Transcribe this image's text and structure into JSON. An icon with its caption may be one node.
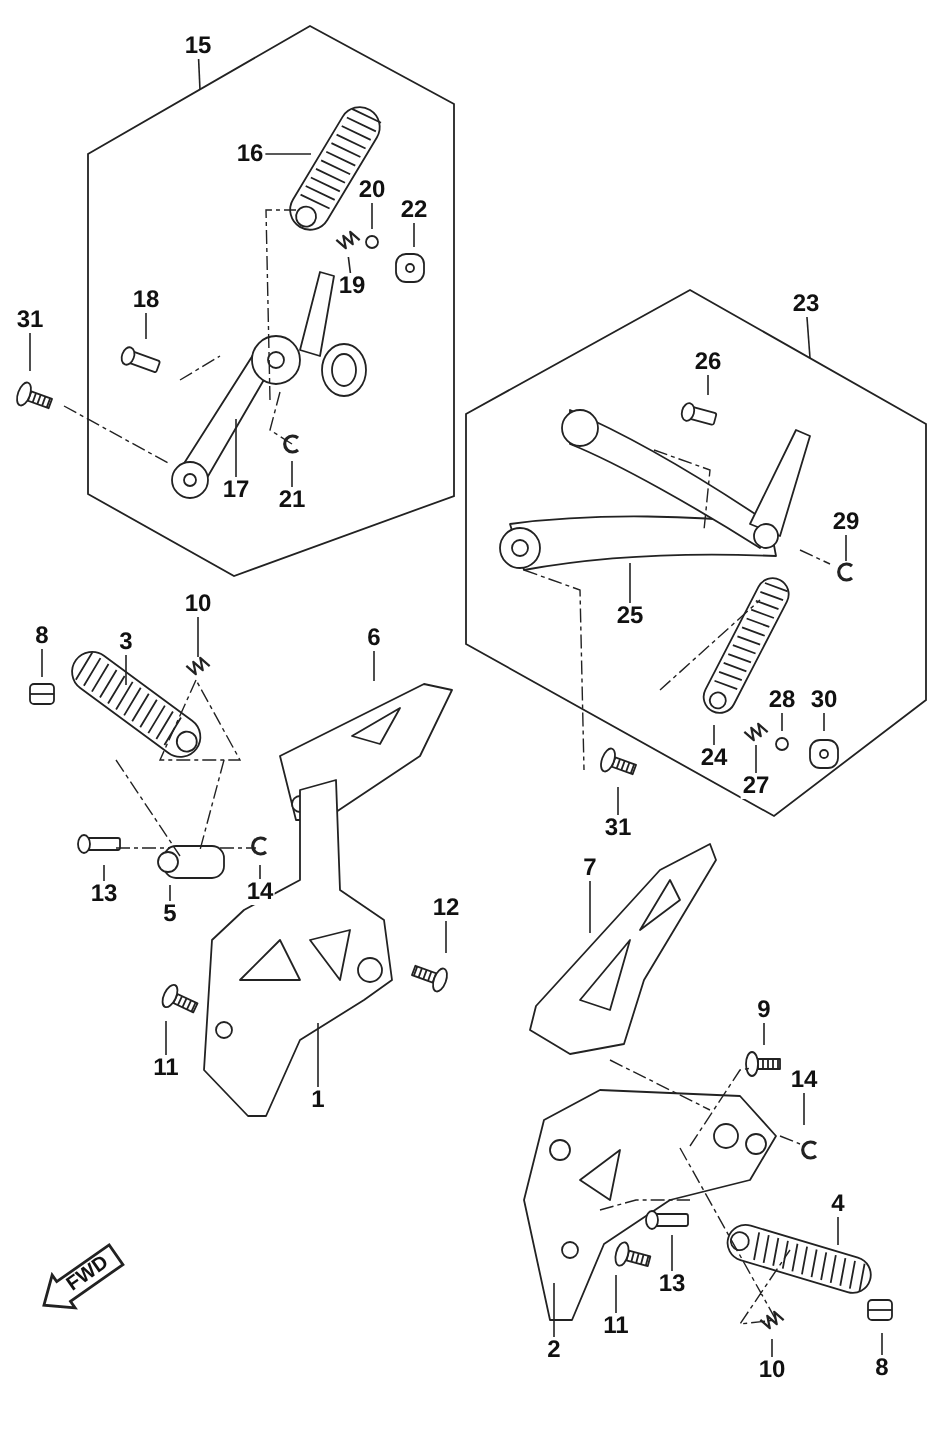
{
  "diagram": {
    "nodes": [
      {
        "text": [
          "15"
        ]
      },
      {
        "text": [],
        "shape": "hexagon"
      },
      {
        "text": [
          "16"
        ],
        "in": 1
      },
      {
        "text": [
          "20"
        ],
        "in": 1
      },
      {
        "text": [
          "22"
        ],
        "in": 1
      },
      {
        "text": [
          "19"
        ],
        "in": 1
      },
      {
        "text": [
          "18"
        ],
        "in": 1
      },
      {
        "text": [
          "31"
        ]
      },
      {
        "text": [
          "17"
        ],
        "in": 1
      },
      {
        "text": [
          "21"
        ],
        "in": 1
      },
      {
        "text": [
          "23"
        ]
      },
      {
        "text": [],
        "shape": "hexagon"
      },
      {
        "text": [
          "26"
        ],
        "in": 11
      },
      {
        "text": [
          "29"
        ],
        "in": 11
      },
      {
        "text": [
          "25"
        ],
        "in": 11
      },
      {
        "text": [
          "28"
        ],
        "in": 11
      },
      {
        "text": [
          "30"
        ],
        "in": 11
      },
      {
        "text": [
          "24"
        ],
        "in": 11
      },
      {
        "text": [
          "27"
        ],
        "in": 11
      },
      {
        "text": [
          "31"
        ]
      },
      {
        "text": [
          "10"
        ]
      },
      {
        "text": [
          "8"
        ]
      },
      {
        "text": [
          "3"
        ]
      },
      {
        "text": [
          "6"
        ]
      },
      {
        "text": [
          "13"
        ]
      },
      {
        "text": [
          "14"
        ]
      },
      {
        "text": [
          "5"
        ]
      },
      {
        "text": [
          "12"
        ]
      },
      {
        "text": [
          "7"
        ]
      },
      {
        "text": [
          "11"
        ]
      },
      {
        "text": [
          "1"
        ]
      },
      {
        "text": [
          "9"
        ]
      },
      {
        "text": [
          "14"
        ]
      },
      {
        "text": [
          "4"
        ]
      },
      {
        "text": [
          "13"
        ]
      },
      {
        "text": [
          "11"
        ]
      },
      {
        "text": [
          "2"
        ]
      },
      {
        "text": [
          "10"
        ]
      },
      {
        "text": [
          "8"
        ]
      }
    ],
    "edges": [
      {
        "from": 0,
        "to": 1,
        "arrow": "none"
      },
      {
        "from": 2,
        "to": null,
        "arrow": "none"
      },
      {
        "from": 3,
        "to": null,
        "arrow": "none"
      },
      {
        "from": 4,
        "to": null,
        "arrow": "none"
      },
      {
        "from": 5,
        "to": null,
        "arrow": "none"
      },
      {
        "from": 6,
        "to": null,
        "arrow": "none"
      },
      {
        "from": 7,
        "to": null,
        "arrow": "none"
      },
      {
        "from": 8,
        "to": null,
        "arrow": "none"
      },
      {
        "from": 9,
        "to": null,
        "arrow": "none"
      },
      {
        "from": 10,
        "to": 11,
        "arrow": "none"
      },
      {
        "from": 12,
        "to": null,
        "arrow": "none"
      },
      {
        "from": 13,
        "to": null,
        "arrow": "none"
      },
      {
        "from": 14,
        "to": null,
        "arrow": "none"
      },
      {
        "from": 15,
        "to": null,
        "arrow": "none"
      },
      {
        "from": 16,
        "to": null,
        "arrow": "none"
      },
      {
        "from": 17,
        "to": null,
        "arrow": "none"
      },
      {
        "from": 18,
        "to": null,
        "arrow": "none"
      },
      {
        "from": 19,
        "to": null,
        "arrow": "none"
      },
      {
        "from": 20,
        "to": null,
        "arrow": "none"
      },
      {
        "from": 21,
        "to": null,
        "arrow": "none"
      },
      {
        "from": 22,
        "to": null,
        "arrow": "none"
      },
      {
        "from": 23,
        "to": null,
        "arrow": "none"
      },
      {
        "from": 24,
        "to": null,
        "arrow": "none"
      },
      {
        "from": 25,
        "to": null,
        "arrow": "none"
      },
      {
        "from": 26,
        "to": null,
        "arrow": "none"
      },
      {
        "from": 27,
        "to": null,
        "arrow": "none"
      },
      {
        "from": 28,
        "to": null,
        "arrow": "none"
      },
      {
        "from": 29,
        "to": null,
        "arrow": "none"
      },
      {
        "from": 30,
        "to": null,
        "arrow": "none"
      },
      {
        "from": 31,
        "to": null,
        "arrow": "none"
      },
      {
        "from": 32,
        "to": null,
        "arrow": "none"
      },
      {
        "from": 33,
        "to": null,
        "arrow": "none"
      },
      {
        "from": 34,
        "to": null,
        "arrow": "none"
      },
      {
        "from": 35,
        "to": null,
        "arrow": "none"
      },
      {
        "from": 36,
        "to": null,
        "arrow": "none"
      },
      {
        "from": 37,
        "to": null,
        "arrow": "none"
      },
      {
        "from": 38,
        "to": null,
        "arrow": "none"
      }
    ],
    "labels": [
      "FWD"
    ]
  }
}
